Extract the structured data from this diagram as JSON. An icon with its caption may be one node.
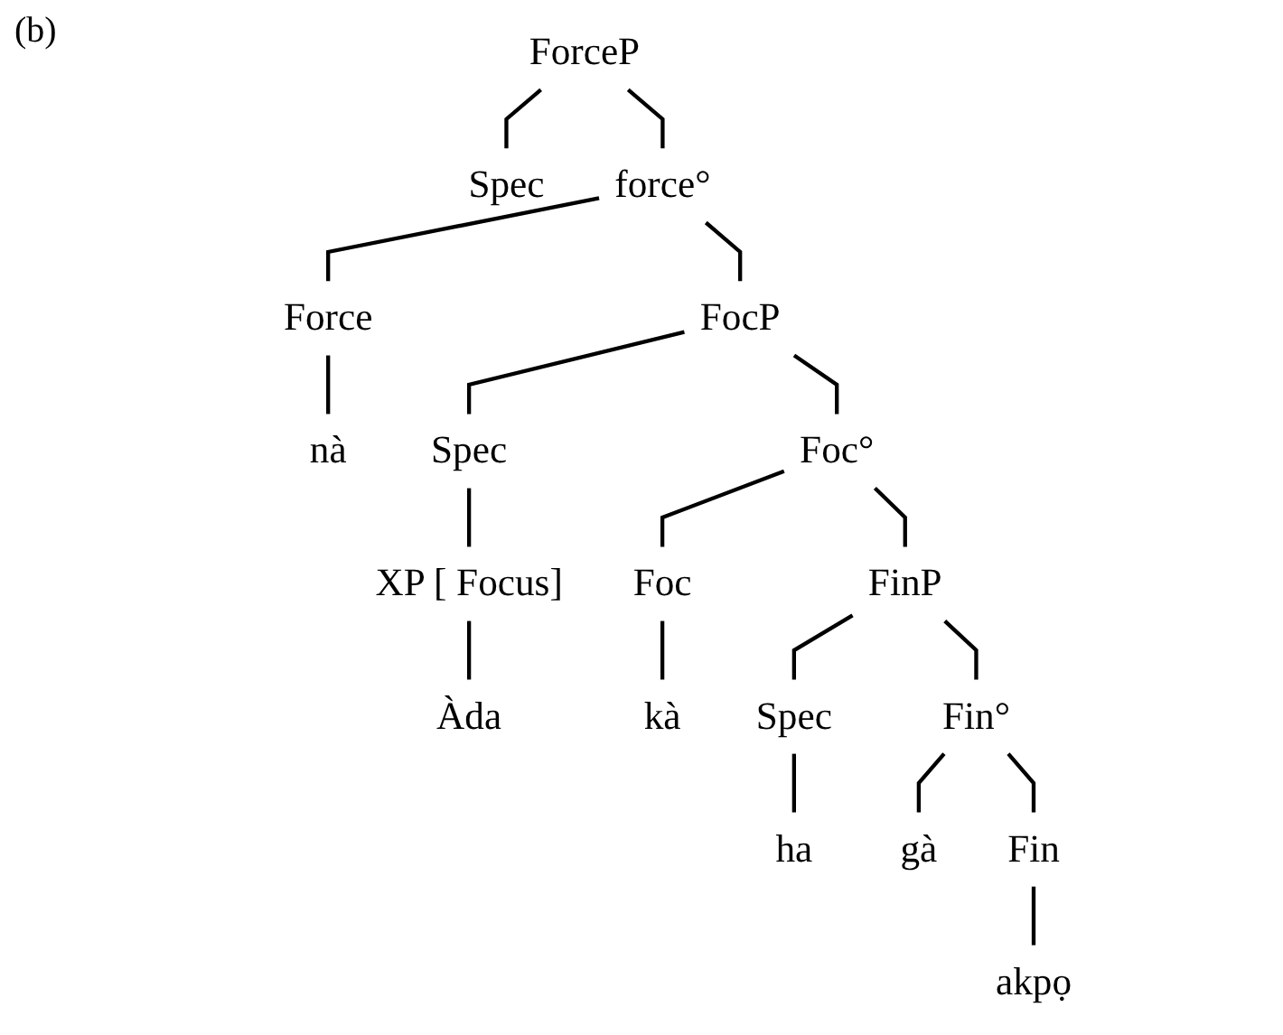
{
  "diagram": {
    "nodes": [
      {
        "text": [
          "ForceP"
        ]
      },
      {
        "text": [
          "Spec"
        ]
      },
      {
        "text": [
          "force°"
        ]
      },
      {
        "text": [
          "Force"
        ]
      },
      {
        "text": [
          "FocP"
        ]
      },
      {
        "text": [
          "nà"
        ]
      },
      {
        "text": [
          "Spec"
        ]
      },
      {
        "text": [
          "Foc°"
        ]
      },
      {
        "text": [
          "XP [ Focus]"
        ]
      },
      {
        "text": [
          "Foc"
        ]
      },
      {
        "text": [
          "FinP"
        ]
      },
      {
        "text": [
          "Àda"
        ]
      },
      {
        "text": [
          "kà"
        ]
      },
      {
        "text": [
          "Spec"
        ]
      },
      {
        "text": [
          "Fin°"
        ]
      },
      {
        "text": [
          "ha"
        ]
      },
      {
        "text": [
          "gà"
        ]
      },
      {
        "text": [
          "Fin"
        ]
      },
      {
        "text": [
          "akpọ"
        ]
      }
    ],
    "edges": [
      {
        "from": 0,
        "to": 1,
        "arrow": "none"
      },
      {
        "from": 0,
        "to": 2,
        "arrow": "none"
      },
      {
        "from": 2,
        "to": 3,
        "arrow": "none"
      },
      {
        "from": 2,
        "to": 4,
        "arrow": "none"
      },
      {
        "from": 3,
        "to": 5,
        "arrow": "none"
      },
      {
        "from": 4,
        "to": 6,
        "arrow": "none"
      },
      {
        "from": 4,
        "to": 7,
        "arrow": "none"
      },
      {
        "from": 6,
        "to": 8,
        "arrow": "none"
      },
      {
        "from": 7,
        "to": 9,
        "arrow": "none"
      },
      {
        "from": 7,
        "to": 10,
        "arrow": "none"
      },
      {
        "from": 8,
        "to": 11,
        "arrow": "none"
      },
      {
        "from": 9,
        "to": 12,
        "arrow": "none"
      },
      {
        "from": 10,
        "to": 13,
        "arrow": "none"
      },
      {
        "from": 10,
        "to": 14,
        "arrow": "none"
      },
      {
        "from": 13,
        "to": 15,
        "arrow": "none"
      },
      {
        "from": 14,
        "to": 16,
        "arrow": "none"
      },
      {
        "from": 14,
        "to": 17,
        "arrow": "none"
      },
      {
        "from": 17,
        "to": 18,
        "arrow": "none"
      }
    ],
    "labels": [
      "(b)"
    ]
  }
}
